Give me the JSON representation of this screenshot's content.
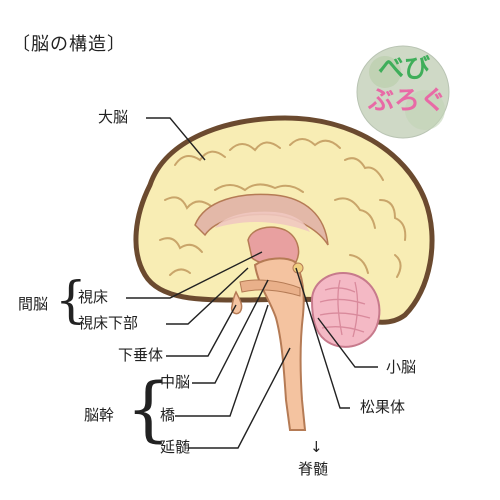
{
  "title": "〔脳の構造〕",
  "logo": {
    "line1": "べび",
    "line2": "ぶろぐ",
    "colors": [
      "#3fae5a",
      "#e86aa6",
      "#f2a23a",
      "#4f8fd8"
    ]
  },
  "labels": {
    "cerebrum": "大脳",
    "thalamus": "視床",
    "hypothalamus": "視床下部",
    "pituitary": "下垂体",
    "midbrain": "中脳",
    "pons": "橋",
    "medulla": "延髄",
    "cerebellum": "小脳",
    "pineal": "松果体",
    "spinal_cord": "脊髄",
    "diencephalon_group": "間脳",
    "brainstem_group": "脳幹",
    "arrow": "↓"
  },
  "colors": {
    "cerebrum_fill": "#f8edb4",
    "cerebrum_outline": "#6b4a2f",
    "gyri_lines": "#c9a56a",
    "inner_pink": "#f0c8c0",
    "corpus_callosum": "#e3b8a8",
    "thalamus": "#e8a0a0",
    "stem_fill": "#f4c3a0",
    "stem_outline": "#b57b55",
    "cerebellum_fill": "#f4b9c5",
    "cerebellum_lines": "#d98a9c"
  }
}
